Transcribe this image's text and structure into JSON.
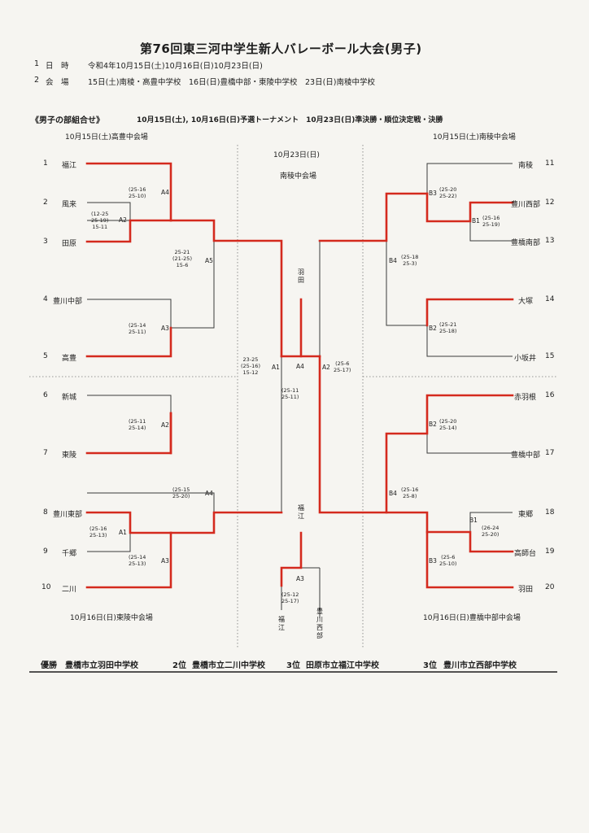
{
  "title": "第76回東三河中学生新人バレーボール大会(男子)",
  "info": {
    "date_no": "1",
    "date_label": "日　時",
    "date_value": "令和4年10月15日(土)10月16日(日)10月23日(日)",
    "venue_no": "2",
    "venue_label": "会　場",
    "venue_value": "15日(土)南稜・高豊中学校　16日(日)豊橋中部・東陵中学校　23日(日)南稜中学校"
  },
  "section": {
    "heading": "《男子の部組合せ》",
    "schedule": "10月15日(土), 10月16日(日)予選トーナメント　10月23日(日)準決勝・順位決定戦・決勝"
  },
  "venues": {
    "top_left": "10月15日(土)高豊中会場",
    "top_right": "10月15日(土)南稜中会場",
    "center_date": "10月23日(日)",
    "center_venue": "南稜中会場",
    "bottom_left": "10月16日(日)東陵中会場",
    "bottom_right": "10月16日(日)豊橋中部中会場"
  },
  "teams_left": [
    {
      "no": "1",
      "name": "福江"
    },
    {
      "no": "2",
      "name": "風来"
    },
    {
      "no": "3",
      "name": "田原"
    },
    {
      "no": "4",
      "name": "豊川中部"
    },
    {
      "no": "5",
      "name": "高豊"
    },
    {
      "no": "6",
      "name": "新城"
    },
    {
      "no": "7",
      "name": "東陵"
    },
    {
      "no": "8",
      "name": "豊川東部"
    },
    {
      "no": "9",
      "name": "千郷"
    },
    {
      "no": "10",
      "name": "二川"
    }
  ],
  "teams_right": [
    {
      "no": "11",
      "name": "南稜"
    },
    {
      "no": "12",
      "name": "豊川西部"
    },
    {
      "no": "13",
      "name": "豊橋南部"
    },
    {
      "no": "14",
      "name": "大塚"
    },
    {
      "no": "15",
      "name": "小坂井"
    },
    {
      "no": "16",
      "name": "赤羽根"
    },
    {
      "no": "17",
      "name": "豊橋中部"
    },
    {
      "no": "18",
      "name": "東郷"
    },
    {
      "no": "19",
      "name": "高師台"
    },
    {
      "no": "20",
      "name": "羽田"
    }
  ],
  "matches": {
    "tl_a2": {
      "code": "A2",
      "scores": [
        "12-25",
        "25-19",
        "15-11"
      ]
    },
    "tl_a4": {
      "code": "A4",
      "scores": [
        "25-16",
        "25-10"
      ]
    },
    "tl_a3": {
      "code": "A3",
      "scores": [
        "25-14",
        "25-11"
      ]
    },
    "tl_a5": {
      "code": "A5",
      "scores": [
        "25-21",
        "21-25",
        "15-6"
      ]
    },
    "bl_a2": {
      "code": "A2",
      "scores": [
        "25-11",
        "25-14"
      ]
    },
    "bl_a1": {
      "code": "A1",
      "scores": [
        "25-16",
        "25-13"
      ]
    },
    "bl_a3": {
      "code": "A3",
      "scores": [
        "25-14",
        "25-13"
      ]
    },
    "bl_a4": {
      "code": "A4",
      "scores": [
        "25-15",
        "25-20"
      ]
    },
    "tr_b3": {
      "code": "B3",
      "scores": [
        "25-20",
        "25-22"
      ]
    },
    "tr_b1": {
      "code": "B1",
      "scores": [
        "25-16",
        "25-19"
      ]
    },
    "tr_b4": {
      "code": "B4",
      "scores": [
        "25-18",
        "25-3"
      ]
    },
    "tr_b2": {
      "code": "B2",
      "scores": [
        "25-21",
        "25-18"
      ]
    },
    "br_b2": {
      "code": "B2",
      "scores": [
        "25-20",
        "25-14"
      ]
    },
    "br_b4": {
      "code": "B4",
      "scores": [
        "25-16",
        "25-8"
      ]
    },
    "br_b1": {
      "code": "B1",
      "scores": [
        "26-24",
        "25-20"
      ]
    },
    "br_b3": {
      "code": "B3",
      "scores": [
        "25-6",
        "25-10"
      ]
    },
    "semi_a1": {
      "code": "A1",
      "scores": [
        "23-25",
        "25-16",
        "15-12"
      ]
    },
    "semi_a2": {
      "code": "A2",
      "scores": [
        "25-6",
        "25-17"
      ]
    },
    "final_a4": {
      "code": "A4",
      "scores": [
        "25-11",
        "25-11"
      ]
    },
    "third_a3": {
      "code": "A3",
      "scores": [
        "25-12",
        "25-17"
      ]
    }
  },
  "center": {
    "final_winner": "羽田",
    "final_runner_up": "福江",
    "third_left": "福江",
    "third_right": "豊川西部"
  },
  "results": {
    "first_label": "優勝",
    "first_value": "豊橋市立羽田中学校",
    "second_label": "2位",
    "second_value": "豊橋市立二川中学校",
    "third_a_label": "3位",
    "third_a_value": "田原市立福江中学校",
    "third_b_label": "3位",
    "third_b_value": "豊川市立西部中学校"
  },
  "colors": {
    "win_line": "#d42a1e",
    "line": "#3a3a3a",
    "dotted": "#777777"
  }
}
